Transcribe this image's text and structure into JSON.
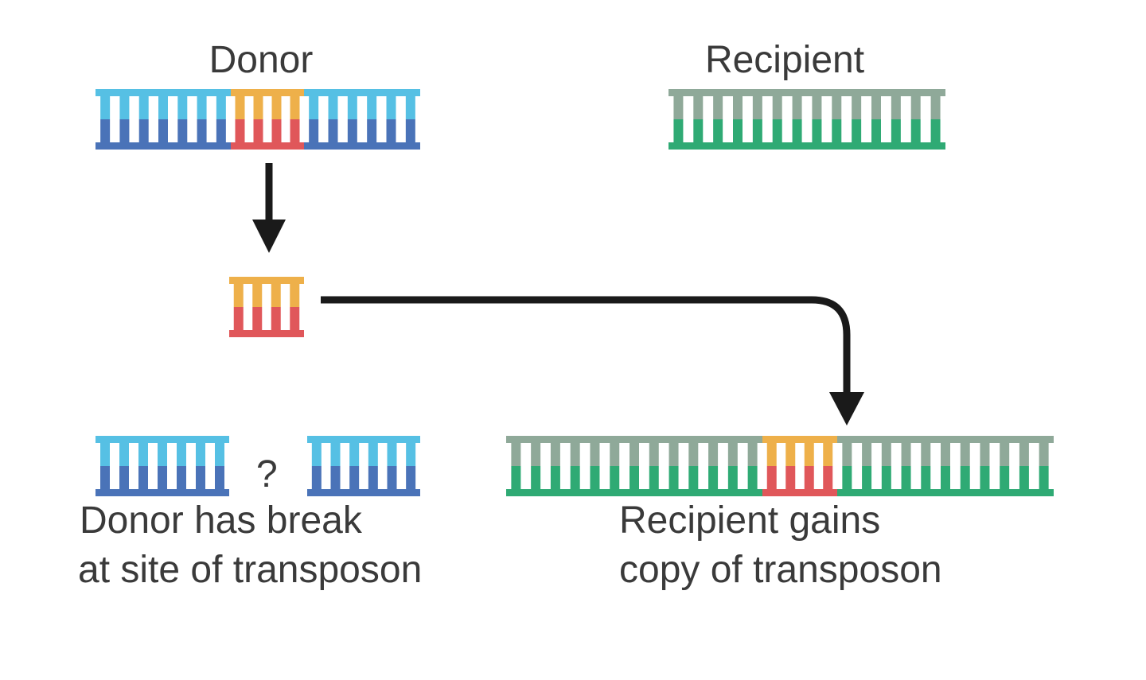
{
  "labels": {
    "donor": "Donor",
    "recipient": "Recipient",
    "break_mark": "?",
    "donor_result_line1": "Donor has break",
    "donor_result_line2": "at site of transposon",
    "recipient_result_line1": "Recipient gains",
    "recipient_result_line2": "copy of transposon"
  },
  "colors": {
    "donor_top": "#56c0e4",
    "donor_bottom": "#4a73b8",
    "transposon_top": "#eeb04a",
    "transposon_bottom": "#e0575a",
    "recipient_top": "#8fa999",
    "recipient_bottom": "#2faa74",
    "arrow": "#1a1a1a",
    "text": "#3a3a3a"
  }
}
